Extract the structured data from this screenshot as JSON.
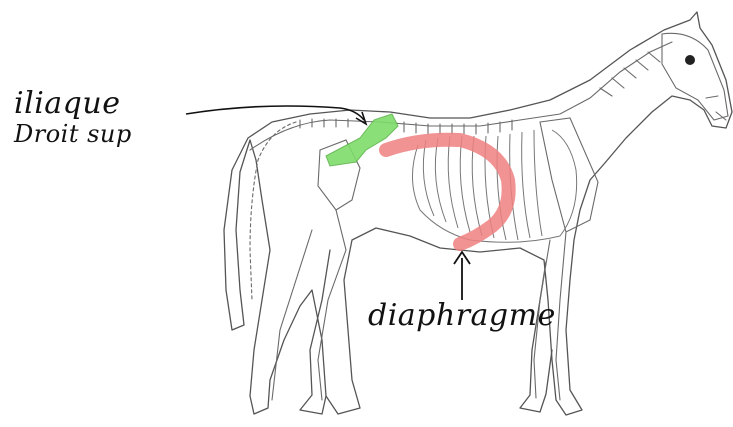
{
  "labels": {
    "muscle_1_line1": "iliaque",
    "muscle_1_line2": "Droit sup",
    "muscle_2": "diaphragme"
  },
  "colors": {
    "muscle_1_highlight": "#7fdc6a",
    "muscle_2_highlight": "#f08080",
    "ink": "#111111",
    "outline": "#555555"
  }
}
